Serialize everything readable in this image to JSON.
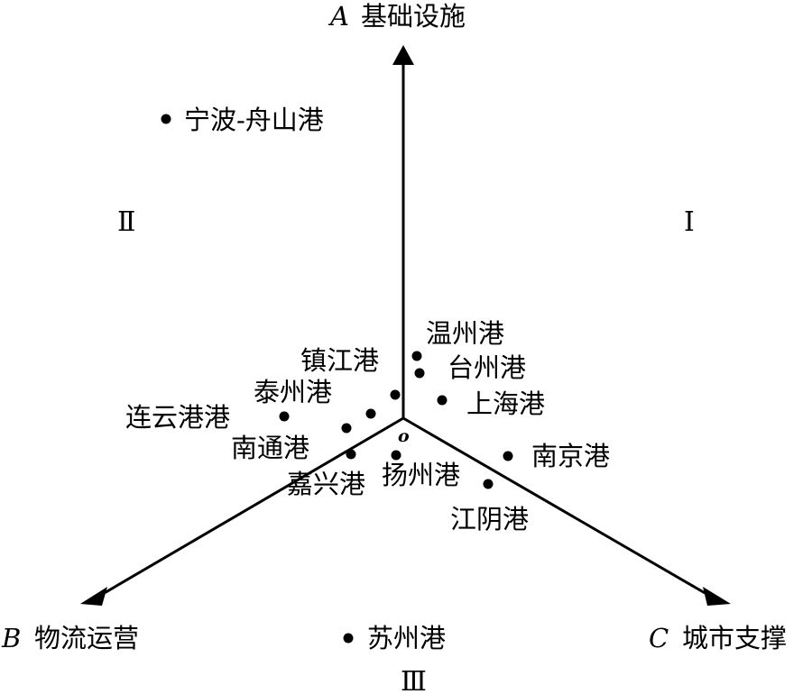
{
  "axes": {
    "a": {
      "letter": "A",
      "name": "基础设施"
    },
    "b": {
      "letter": "B",
      "name": "物流运营"
    },
    "c": {
      "letter": "C",
      "name": "城市支撑"
    }
  },
  "origin_label": "o",
  "regions": {
    "r1": "Ⅰ",
    "r2": "Ⅱ",
    "r3": "Ⅲ"
  },
  "ports": [
    {
      "id": "ningbo-zhoushan",
      "name": "宁波-舟山港"
    },
    {
      "id": "wenzhou",
      "name": "温州港"
    },
    {
      "id": "zhenjiang",
      "name": "镇江港"
    },
    {
      "id": "taizhou-zj",
      "name": "台州港"
    },
    {
      "id": "taizhou-js",
      "name": "泰州港"
    },
    {
      "id": "shanghai",
      "name": "上海港"
    },
    {
      "id": "lianyungang",
      "name": "连云港港"
    },
    {
      "id": "nantong",
      "name": "南通港"
    },
    {
      "id": "nanjing",
      "name": "南京港"
    },
    {
      "id": "jiaxing",
      "name": "嘉兴港"
    },
    {
      "id": "yangzhou",
      "name": "扬州港"
    },
    {
      "id": "jiangyin",
      "name": "江阴港"
    },
    {
      "id": "suzhou",
      "name": "苏州港"
    }
  ]
}
